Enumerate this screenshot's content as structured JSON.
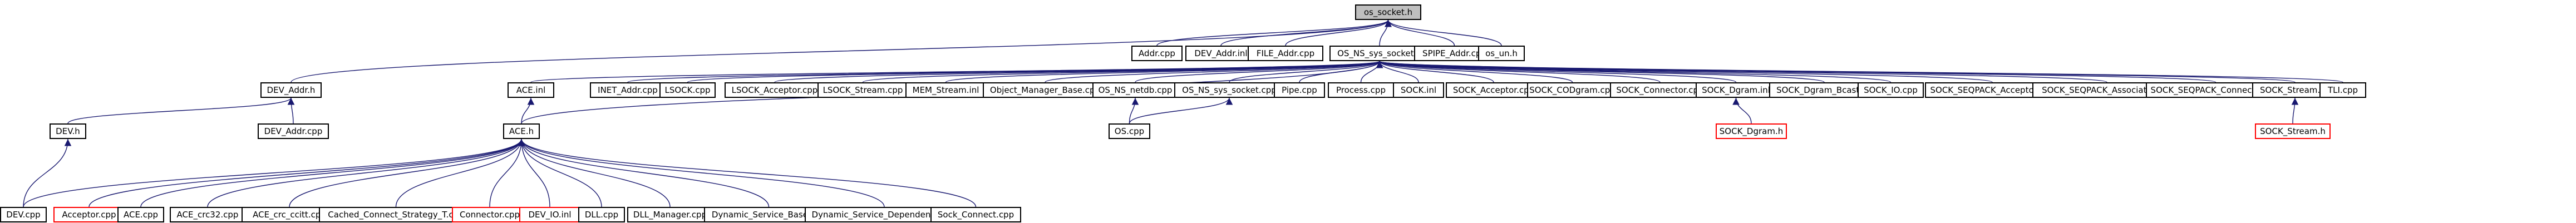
{
  "colors": {
    "edge": "#191970",
    "edge_alt": "#00007f",
    "root_fill": "#bfbfbf",
    "node_border": "#000000",
    "incomplete_border": "#ff0000"
  },
  "graph": {
    "root": "os_socket.h",
    "nodes": [
      {
        "id": "os_socket",
        "label": "os_socket.h",
        "root": true
      },
      {
        "id": "addr_cpp",
        "label": "Addr.cpp"
      },
      {
        "id": "dev_addr_inl",
        "label": "DEV_Addr.inl"
      },
      {
        "id": "file_addr",
        "label": "FILE_Addr.cpp"
      },
      {
        "id": "os_ns_sys_socket_h",
        "label": "OS_NS_sys_socket.h"
      },
      {
        "id": "spipe_addr",
        "label": "SPIPE_Addr.cpp"
      },
      {
        "id": "os_un_h",
        "label": "os_un.h"
      },
      {
        "id": "dev_addr_h",
        "label": "DEV_Addr.h"
      },
      {
        "id": "ace_inl",
        "label": "ACE.inl"
      },
      {
        "id": "inet_addr",
        "label": "INET_Addr.cpp"
      },
      {
        "id": "lsock_cpp",
        "label": "LSOCK.cpp"
      },
      {
        "id": "lsock_acceptor",
        "label": "LSOCK_Acceptor.cpp"
      },
      {
        "id": "lsock_stream",
        "label": "LSOCK_Stream.cpp"
      },
      {
        "id": "mem_stream_inl",
        "label": "MEM_Stream.inl"
      },
      {
        "id": "object_manager_base",
        "label": "Object_Manager_Base.cpp"
      },
      {
        "id": "os_ns_netdb",
        "label": "OS_NS_netdb.cpp"
      },
      {
        "id": "os_ns_sys_socket_cpp",
        "label": "OS_NS_sys_socket.cpp"
      },
      {
        "id": "pipe_cpp",
        "label": "Pipe.cpp"
      },
      {
        "id": "process_cpp",
        "label": "Process.cpp"
      },
      {
        "id": "sock_inl",
        "label": "SOCK.inl"
      },
      {
        "id": "sock_acceptor",
        "label": "SOCK_Acceptor.cpp"
      },
      {
        "id": "sock_codgram",
        "label": "SOCK_CODgram.cpp"
      },
      {
        "id": "sock_connector",
        "label": "SOCK_Connector.cpp"
      },
      {
        "id": "sock_dgram_inl",
        "label": "SOCK_Dgram.inl"
      },
      {
        "id": "sock_dgram_bcast",
        "label": "SOCK_Dgram_Bcast.inl"
      },
      {
        "id": "sock_io",
        "label": "SOCK_IO.cpp"
      },
      {
        "id": "sock_seqpack_acceptor",
        "label": "SOCK_SEQPACK_Acceptor.cpp"
      },
      {
        "id": "sock_seqpack_association",
        "label": "SOCK_SEQPACK_Association.inl"
      },
      {
        "id": "sock_seqpack_connector",
        "label": "SOCK_SEQPACK_Connector.cpp"
      },
      {
        "id": "sock_stream_inl",
        "label": "SOCK_Stream.inl"
      },
      {
        "id": "tli_cpp",
        "label": "TLI.cpp"
      },
      {
        "id": "dev_h",
        "label": "DEV.h"
      },
      {
        "id": "dev_addr_cpp",
        "label": "DEV_Addr.cpp"
      },
      {
        "id": "ace_h",
        "label": "ACE.h"
      },
      {
        "id": "os_cpp",
        "label": "OS.cpp"
      },
      {
        "id": "sock_dgram_h",
        "label": "SOCK_Dgram.h",
        "incomplete": true
      },
      {
        "id": "sock_stream_h",
        "label": "SOCK_Stream.h",
        "incomplete": true
      },
      {
        "id": "dev_cpp",
        "label": "DEV.cpp"
      },
      {
        "id": "acceptor_cpp",
        "label": "Acceptor.cpp",
        "incomplete": true
      },
      {
        "id": "ace_cpp",
        "label": "ACE.cpp"
      },
      {
        "id": "ace_crc32",
        "label": "ACE_crc32.cpp"
      },
      {
        "id": "ace_crc_ccitt",
        "label": "ACE_crc_ccitt.cpp"
      },
      {
        "id": "cached_connect",
        "label": "Cached_Connect_Strategy_T.cpp"
      },
      {
        "id": "connector_cpp",
        "label": "Connector.cpp",
        "incomplete": true
      },
      {
        "id": "dev_io_inl",
        "label": "DEV_IO.inl",
        "incomplete": true
      },
      {
        "id": "dll_cpp",
        "label": "DLL.cpp"
      },
      {
        "id": "dll_manager",
        "label": "DLL_Manager.cpp"
      },
      {
        "id": "dynamic_service_base",
        "label": "Dynamic_Service_Base.cpp"
      },
      {
        "id": "dynamic_service_dependency",
        "label": "Dynamic_Service_Dependency.cpp"
      },
      {
        "id": "sock_connect",
        "label": "Sock_Connect.cpp"
      }
    ],
    "edges": [
      [
        "addr_cpp",
        "os_socket"
      ],
      [
        "dev_addr_inl",
        "os_socket"
      ],
      [
        "file_addr",
        "os_socket"
      ],
      [
        "os_ns_sys_socket_h",
        "os_socket"
      ],
      [
        "spipe_addr",
        "os_socket"
      ],
      [
        "os_un_h",
        "os_socket"
      ],
      [
        "dev_addr_h",
        "os_socket"
      ],
      [
        "dev_addr_cpp",
        "dev_addr_h"
      ],
      [
        "dev_h",
        "dev_addr_h"
      ],
      [
        "dev_cpp",
        "dev_h"
      ],
      [
        "ace_inl",
        "os_ns_sys_socket_h"
      ],
      [
        "inet_addr",
        "os_ns_sys_socket_h"
      ],
      [
        "lsock_cpp",
        "os_ns_sys_socket_h"
      ],
      [
        "lsock_acceptor",
        "os_ns_sys_socket_h"
      ],
      [
        "lsock_stream",
        "os_ns_sys_socket_h"
      ],
      [
        "mem_stream_inl",
        "os_ns_sys_socket_h"
      ],
      [
        "object_manager_base",
        "os_ns_sys_socket_h"
      ],
      [
        "os_ns_netdb",
        "os_ns_sys_socket_h"
      ],
      [
        "os_ns_sys_socket_cpp",
        "os_ns_sys_socket_h"
      ],
      [
        "pipe_cpp",
        "os_ns_sys_socket_h"
      ],
      [
        "process_cpp",
        "os_ns_sys_socket_h"
      ],
      [
        "sock_inl",
        "os_ns_sys_socket_h"
      ],
      [
        "sock_acceptor",
        "os_ns_sys_socket_h"
      ],
      [
        "sock_codgram",
        "os_ns_sys_socket_h"
      ],
      [
        "sock_connector",
        "os_ns_sys_socket_h"
      ],
      [
        "sock_dgram_inl",
        "os_ns_sys_socket_h"
      ],
      [
        "sock_dgram_bcast",
        "os_ns_sys_socket_h"
      ],
      [
        "sock_io",
        "os_ns_sys_socket_h"
      ],
      [
        "sock_seqpack_acceptor",
        "os_ns_sys_socket_h"
      ],
      [
        "sock_seqpack_association",
        "os_ns_sys_socket_h"
      ],
      [
        "sock_seqpack_connector",
        "os_ns_sys_socket_h"
      ],
      [
        "sock_stream_inl",
        "os_ns_sys_socket_h"
      ],
      [
        "tli_cpp",
        "os_ns_sys_socket_h"
      ],
      [
        "ace_h",
        "os_ns_sys_socket_h"
      ],
      [
        "ace_h",
        "ace_inl"
      ],
      [
        "os_cpp",
        "os_ns_netdb"
      ],
      [
        "os_cpp",
        "os_ns_sys_socket_cpp"
      ],
      [
        "sock_dgram_h",
        "sock_dgram_inl"
      ],
      [
        "sock_stream_h",
        "sock_stream_inl"
      ],
      [
        "dev_cpp",
        "ace_h"
      ],
      [
        "acceptor_cpp",
        "ace_h"
      ],
      [
        "ace_cpp",
        "ace_h"
      ],
      [
        "ace_crc32",
        "ace_h"
      ],
      [
        "ace_crc_ccitt",
        "ace_h"
      ],
      [
        "cached_connect",
        "ace_h"
      ],
      [
        "connector_cpp",
        "ace_h"
      ],
      [
        "dev_io_inl",
        "ace_h"
      ],
      [
        "dll_cpp",
        "ace_h"
      ],
      [
        "dll_manager",
        "ace_h"
      ],
      [
        "dynamic_service_base",
        "ace_h"
      ],
      [
        "dynamic_service_dependency",
        "ace_h"
      ],
      [
        "sock_connect",
        "ace_h"
      ]
    ]
  }
}
